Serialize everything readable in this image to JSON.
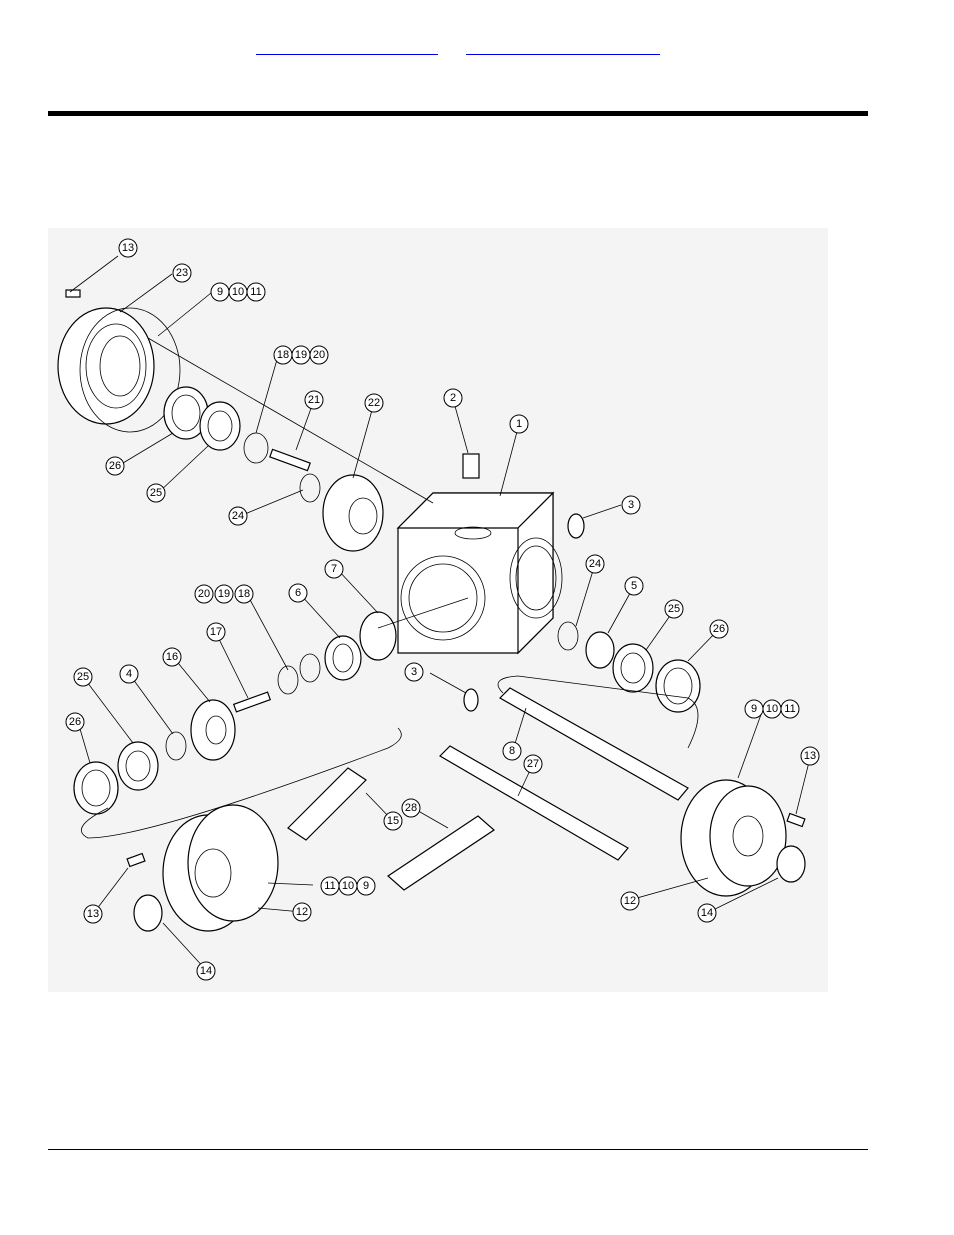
{
  "header": {
    "link_a": "",
    "link_b": ""
  },
  "diagram": {
    "callouts": [
      {
        "id": "c13a",
        "label": "13"
      },
      {
        "id": "c23",
        "label": "23"
      },
      {
        "id": "c9a",
        "label": "9"
      },
      {
        "id": "c10a",
        "label": "10"
      },
      {
        "id": "c11a",
        "label": "11"
      },
      {
        "id": "c18a",
        "label": "18"
      },
      {
        "id": "c19a",
        "label": "19"
      },
      {
        "id": "c20a",
        "label": "20"
      },
      {
        "id": "c21",
        "label": "21"
      },
      {
        "id": "c22",
        "label": "22"
      },
      {
        "id": "c2",
        "label": "2"
      },
      {
        "id": "c1",
        "label": "1"
      },
      {
        "id": "c3a",
        "label": "3"
      },
      {
        "id": "c26a",
        "label": "26"
      },
      {
        "id": "c25a",
        "label": "25"
      },
      {
        "id": "c24a",
        "label": "24"
      },
      {
        "id": "c24b",
        "label": "24"
      },
      {
        "id": "c5",
        "label": "5"
      },
      {
        "id": "c25b",
        "label": "25"
      },
      {
        "id": "c26b",
        "label": "26"
      },
      {
        "id": "c20b",
        "label": "20"
      },
      {
        "id": "c19b",
        "label": "19"
      },
      {
        "id": "c18b",
        "label": "18"
      },
      {
        "id": "c6",
        "label": "6"
      },
      {
        "id": "c7",
        "label": "7"
      },
      {
        "id": "c17",
        "label": "17"
      },
      {
        "id": "c16",
        "label": "16"
      },
      {
        "id": "c4",
        "label": "4"
      },
      {
        "id": "c25c",
        "label": "25"
      },
      {
        "id": "c3b",
        "label": "3"
      },
      {
        "id": "c26c",
        "label": "26"
      },
      {
        "id": "c8",
        "label": "8"
      },
      {
        "id": "c27",
        "label": "27"
      },
      {
        "id": "c9b",
        "label": "9"
      },
      {
        "id": "c10b",
        "label": "10"
      },
      {
        "id": "c11b",
        "label": "11"
      },
      {
        "id": "c13b",
        "label": "13"
      },
      {
        "id": "c15",
        "label": "15"
      },
      {
        "id": "c28",
        "label": "28"
      },
      {
        "id": "c11c",
        "label": "11"
      },
      {
        "id": "c10c",
        "label": "10"
      },
      {
        "id": "c9c",
        "label": "9"
      },
      {
        "id": "c13c",
        "label": "13"
      },
      {
        "id": "c12a",
        "label": "12"
      },
      {
        "id": "c12b",
        "label": "12"
      },
      {
        "id": "c14a",
        "label": "14"
      },
      {
        "id": "c14b",
        "label": "14"
      }
    ]
  }
}
